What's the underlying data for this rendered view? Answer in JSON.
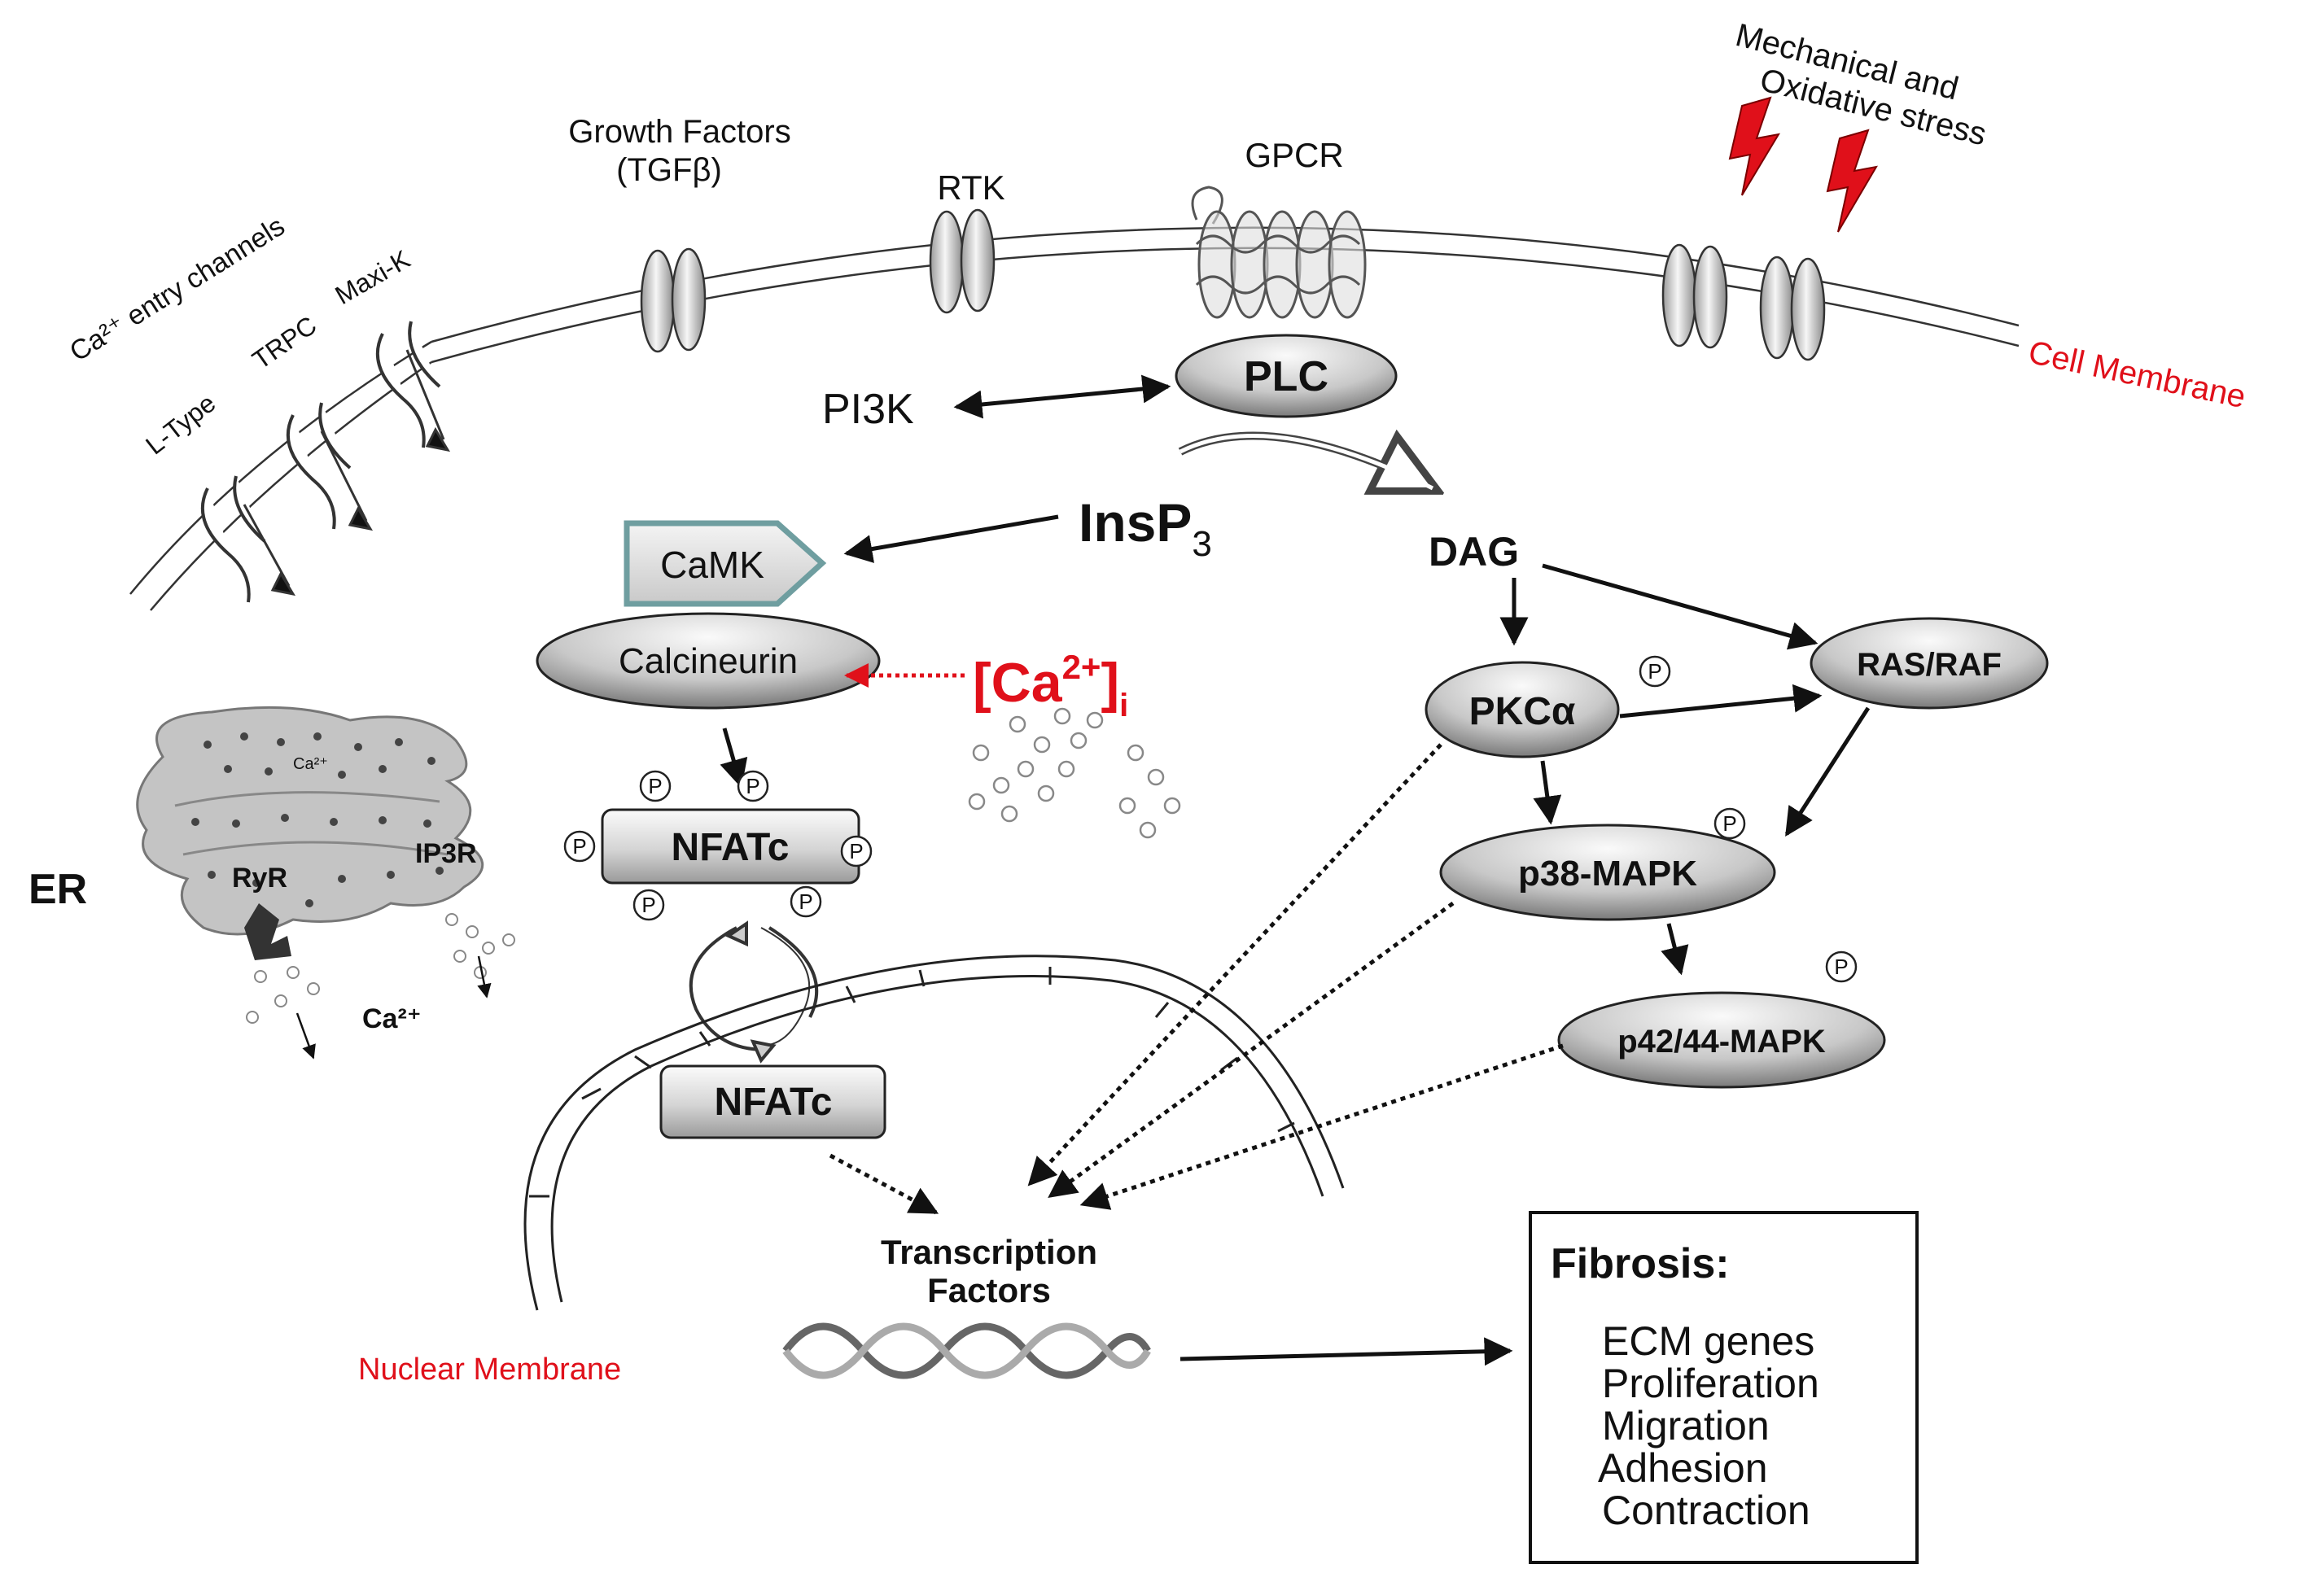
{
  "membrane": {
    "ca_entry_channels": "Ca²⁺ entry channels",
    "l_type": "L-Type",
    "trpc": "TRPC",
    "maxi_k": "Maxi-K",
    "growth_factors": "Growth Factors",
    "tgfb": "(TGFβ)",
    "rtk": "RTK",
    "gpcr": "GPCR",
    "stress_line1": "Mechanical and",
    "stress_line2": "Oxidative stress",
    "cell_membrane": "Cell Membrane"
  },
  "nodes": {
    "plc": "PLC",
    "pi3k": "PI3K",
    "insp3": "InsP",
    "insp3_sub": "3",
    "dag": "DAG",
    "camk": "CaMK",
    "calcineurin": "Calcineurin",
    "ca_i_open": "[Ca",
    "ca_i_sup": "2+",
    "ca_i_close": "]",
    "ca_i_sub": "i",
    "nfatc_cyto": "NFATc",
    "nfatc_nuc": "NFATc",
    "pkca": "PKCα",
    "ras_raf": "RAS/RAF",
    "p38": "p38-MAPK",
    "p42": "p42/44-MAPK",
    "tf_line1": "Transcription",
    "tf_line2": "Factors",
    "nuclear_membrane": "Nuclear Membrane",
    "phospho": "P"
  },
  "er": {
    "er": "ER",
    "ryr": "RyR",
    "ip3r": "IP3R",
    "ca_inside": "Ca²⁺",
    "ca_release": "Ca²⁺"
  },
  "fibrosis": {
    "title": "Fibrosis:",
    "items": [
      "ECM genes",
      "Proliferation",
      "Migration",
      "Adhesion",
      "Contraction"
    ]
  },
  "colors": {
    "accent_red": "#e0101a",
    "camk_border": "#6f9ea0",
    "node_gradient_light": "#f4f4f4",
    "node_gradient_dark": "#8a8a8a"
  }
}
